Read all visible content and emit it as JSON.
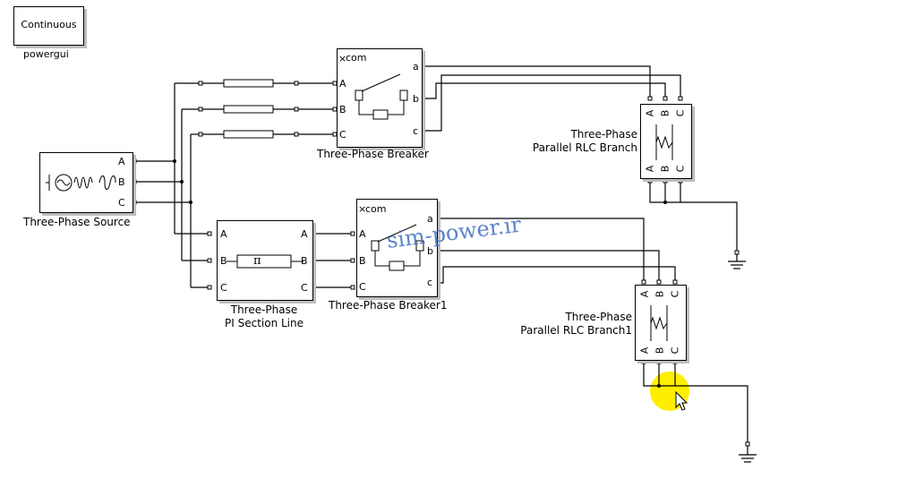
{
  "powergui": {
    "block_text": "Continuous",
    "label": "powergui"
  },
  "source": {
    "label": "Three-Phase Source",
    "ports": [
      "A",
      "B",
      "C"
    ]
  },
  "breaker": {
    "label": "Three-Phase Breaker",
    "com": "com",
    "in_ports": [
      "A",
      "B",
      "C"
    ],
    "out_ports": [
      "a",
      "b",
      "c"
    ]
  },
  "breaker1": {
    "label": "Three-Phase Breaker1",
    "com": "com",
    "in_ports": [
      "A",
      "B",
      "C"
    ],
    "out_ports": [
      "a",
      "b",
      "c"
    ]
  },
  "pi_line": {
    "label_line1": "Three-Phase",
    "label_line2": "PI Section Line",
    "symbol": "π",
    "in_ports": [
      "A",
      "B",
      "C"
    ],
    "out_ports": [
      "A",
      "B",
      "C"
    ]
  },
  "rlc": {
    "label_line1": "Three-Phase",
    "label_line2": "Parallel RLC Branch",
    "ports": [
      "A",
      "B",
      "C"
    ]
  },
  "rlc1": {
    "label_line1": "Three-Phase",
    "label_line2": "Parallel RLC Branch1",
    "ports": [
      "A",
      "B",
      "C"
    ]
  },
  "watermark": "sim-power.ir",
  "colors": {
    "wire": "#000000",
    "highlight": "#ffee00",
    "watermark": "#3f6fc0",
    "shadow": "#bdbdbd"
  }
}
